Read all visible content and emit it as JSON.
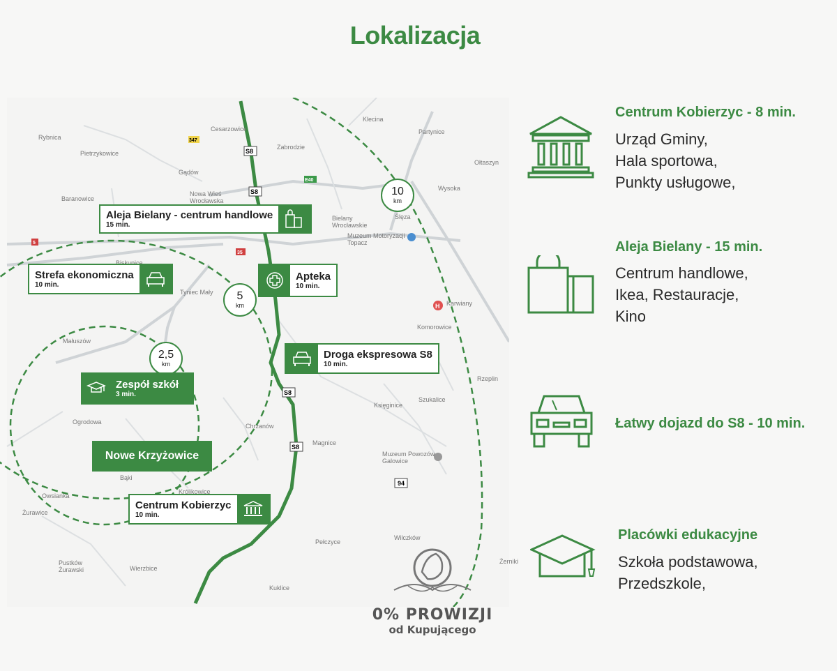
{
  "page_title": "Lokalizacja",
  "map": {
    "towns": [
      "Rybnica",
      "Pietrzykowice",
      "Cesarzowice",
      "Zabrodzie",
      "Gądów",
      "Baranowice",
      "Nowa Wieś Wrocławska",
      "Bielany Wrocławskie",
      "Ślęza",
      "Klecina",
      "Partynice",
      "Ołtaszyn",
      "Wysoka",
      "Muzeum Motoryzacji Topacz",
      "Biskupice",
      "Tyniec Mały",
      "Karwiany",
      "Komorowice",
      "Małuszów",
      "Ogrodowa",
      "Chrzanów",
      "Magnice",
      "Księginice",
      "Szukalice",
      "Rzeplin",
      "Bąki",
      "Owsianka",
      "Żurawice",
      "Królikowice",
      "Pustków Żurawski",
      "Wierzbice",
      "Pełczyce",
      "Wilczków",
      "Kuklice",
      "Muzeum Powozów Galowice",
      "Żerniki"
    ],
    "road_labels": [
      "S8",
      "S8",
      "S8",
      "S8",
      "94",
      "347",
      "35",
      "5",
      "E40"
    ],
    "labels": {
      "aleja": {
        "name": "Aleja Bielany - centrum handlowe",
        "time": "15 min."
      },
      "strefa": {
        "name": "Strefa ekonomiczna",
        "time": "10 min."
      },
      "apteka": {
        "name": "Apteka",
        "time": "10 min."
      },
      "droga": {
        "name": "Droga ekspresowa S8",
        "time": "10 min."
      },
      "szkol": {
        "name": "Zespół szkół",
        "time": "3 min."
      },
      "nowe": {
        "name": "Nowe Krzyżowice"
      },
      "centrum": {
        "name": "Centrum Kobierzyc",
        "time": "10 min."
      }
    },
    "distances": [
      {
        "value": "10",
        "unit": "km"
      },
      {
        "value": "5",
        "unit": "km"
      },
      {
        "value": "2,5",
        "unit": "km"
      }
    ]
  },
  "sections": [
    {
      "title": "Centrum Kobierzyc - 8 min.",
      "lines": [
        "Urząd Gminy,",
        "Hala sportowa,",
        "Punkty usługowe,"
      ],
      "icon": "building-icon"
    },
    {
      "title": "Aleja Bielany - 15 min.",
      "lines": [
        "Centrum handlowe,",
        "Ikea, Restauracje,",
        "Kino"
      ],
      "icon": "shopping-bags-icon"
    },
    {
      "title": "Łatwy dojazd do S8 - 10 min.",
      "lines": [],
      "icon": "car-icon"
    },
    {
      "title": "Placówki edukacyjne",
      "lines": [
        "Szkoła podstawowa,",
        "Przedszkole,"
      ],
      "icon": "graduation-cap-icon"
    }
  ],
  "watermark": {
    "line1": "0% PROWIZJI",
    "line2": "od Kupującego"
  },
  "colors": {
    "accent": "#3c8a43"
  }
}
